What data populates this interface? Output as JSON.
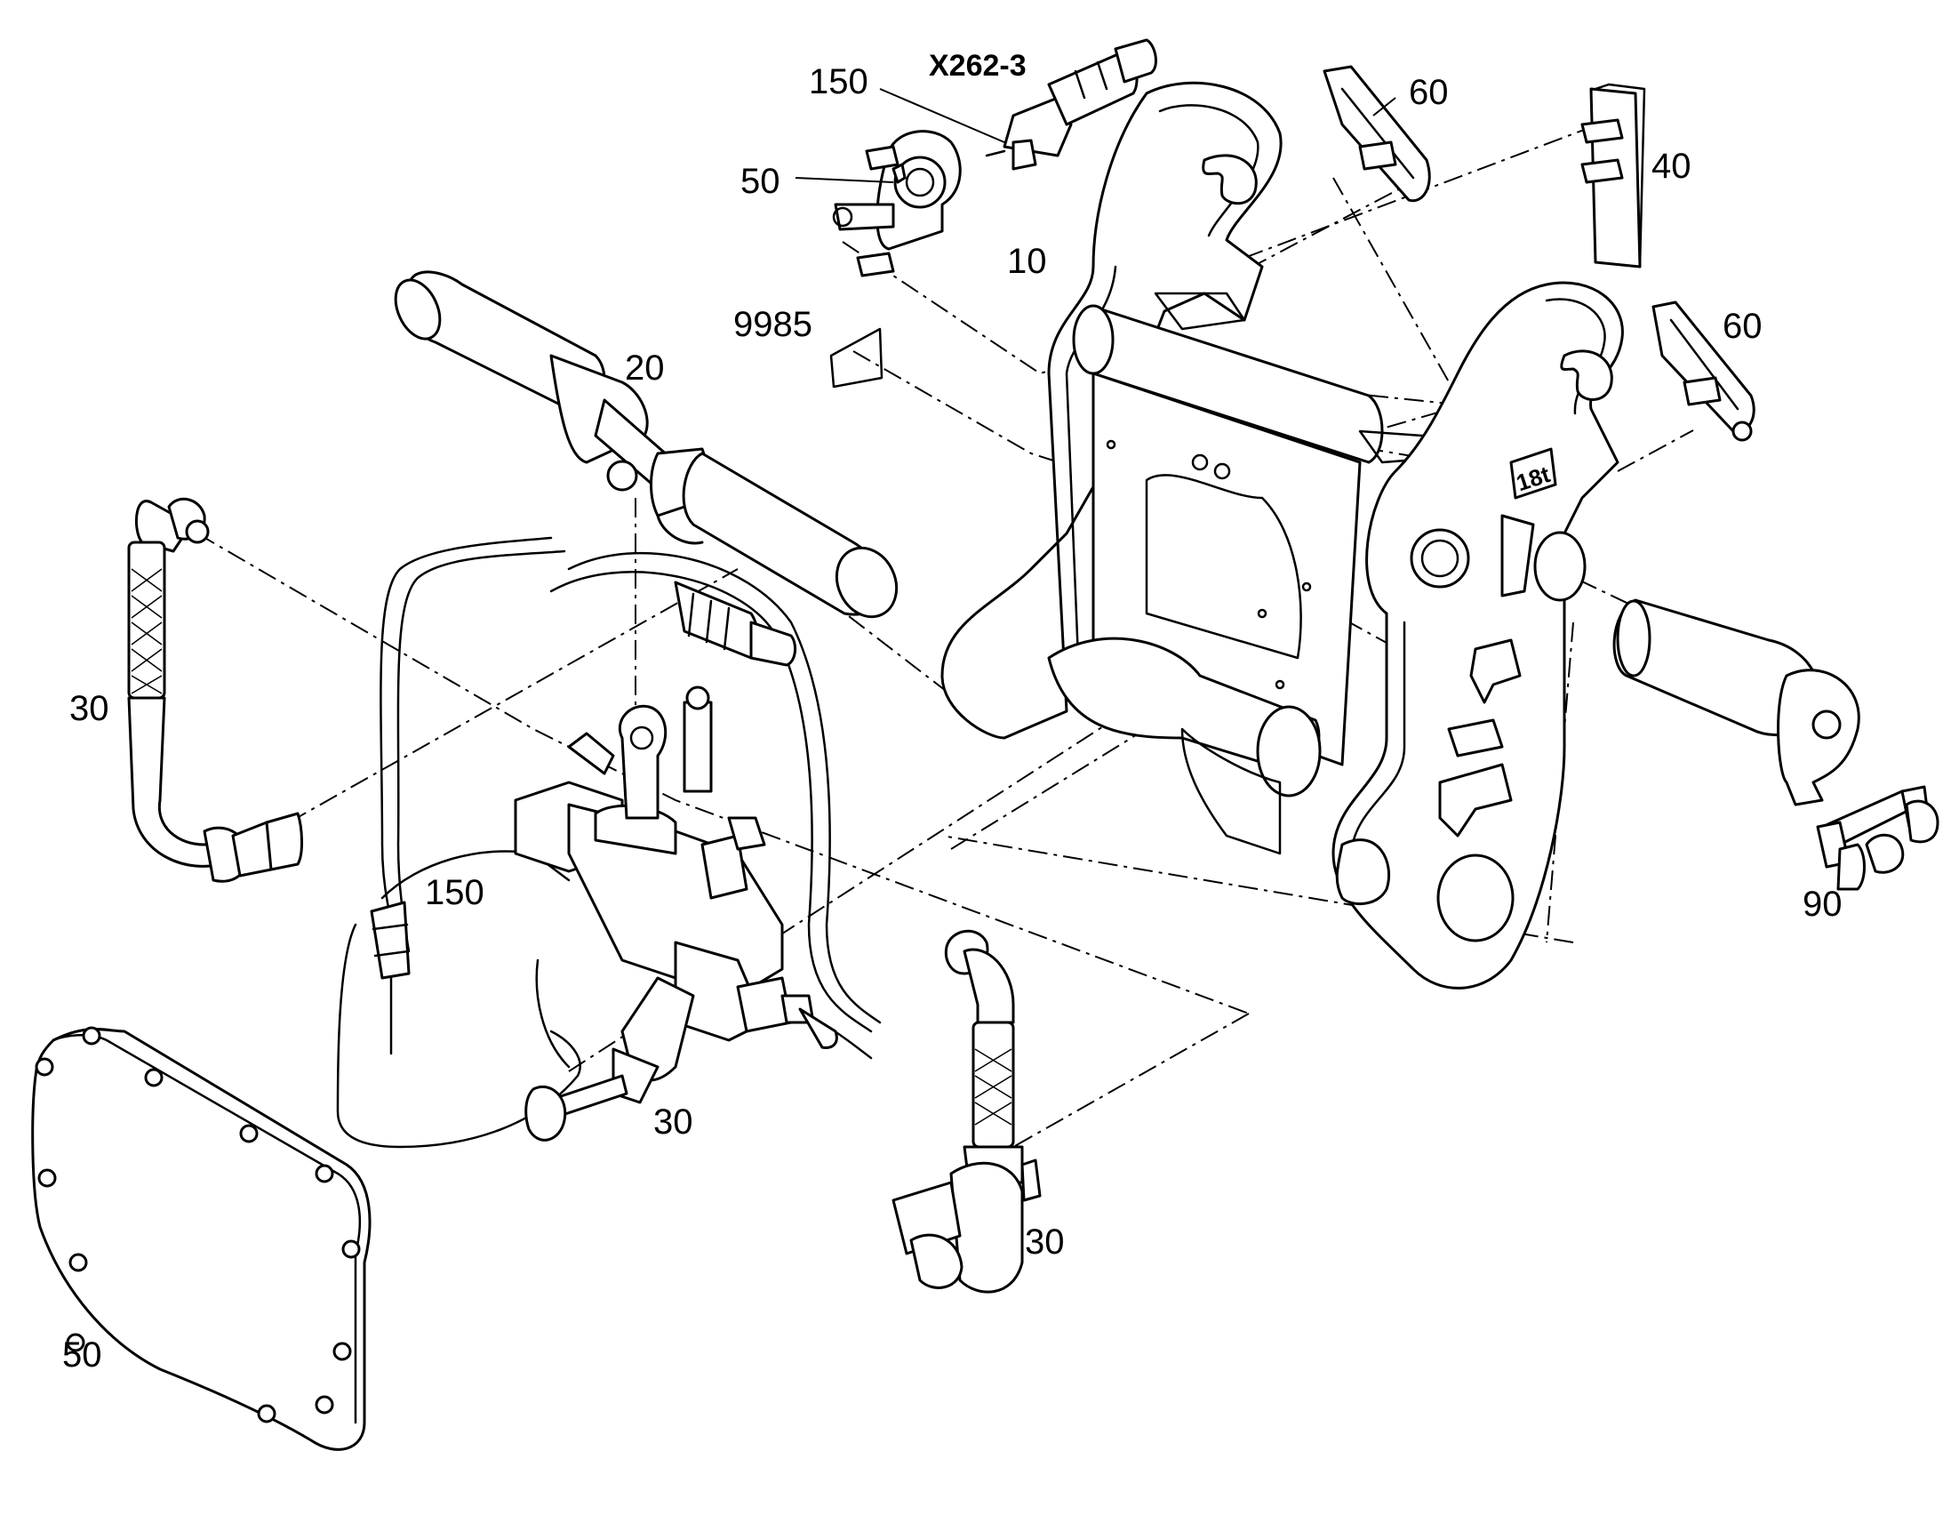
{
  "diagram": {
    "callouts": {
      "c150_top": "150",
      "x262": "X262-3",
      "c50_top": "50",
      "c60_top": "60",
      "c40": "40",
      "c10": "10",
      "c60_right": "60",
      "c9985": "9985",
      "c20": "20",
      "c30_left": "30",
      "c150_mid": "150",
      "c30_bottom": "30",
      "c30_right": "30",
      "c50_bottom": "50",
      "c90": "90"
    },
    "plate_marking": "18t"
  }
}
